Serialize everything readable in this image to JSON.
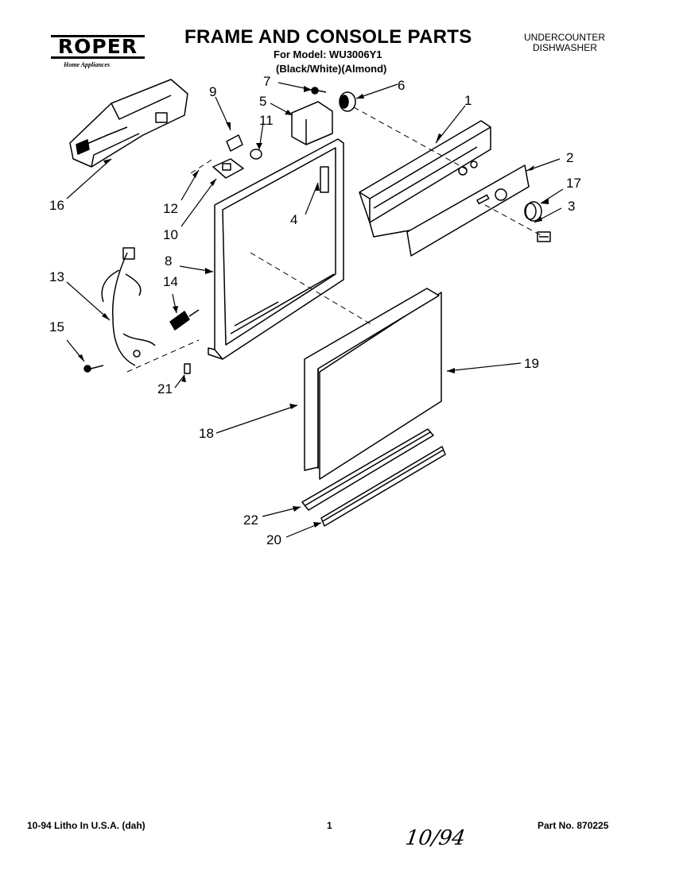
{
  "header": {
    "logo_text": "ROPER",
    "logo_sub": "Home Appliances",
    "title": "FRAME AND CONSOLE PARTS",
    "model": "For Model: WU3006Y1",
    "variants": "(Black/White)(Almond)",
    "type_line1": "UNDERCOUNTER",
    "type_line2": "DISHWASHER"
  },
  "callouts": [
    "1",
    "2",
    "3",
    "4",
    "5",
    "6",
    "7",
    "8",
    "9",
    "10",
    "11",
    "12",
    "13",
    "14",
    "15",
    "16",
    "17",
    "18",
    "19",
    "20",
    "21",
    "22"
  ],
  "footer": {
    "left": "10-94 Litho In U.S.A. (dah)",
    "page": "1",
    "handwritten": "10/94",
    "part_no": "Part No. 870225"
  }
}
